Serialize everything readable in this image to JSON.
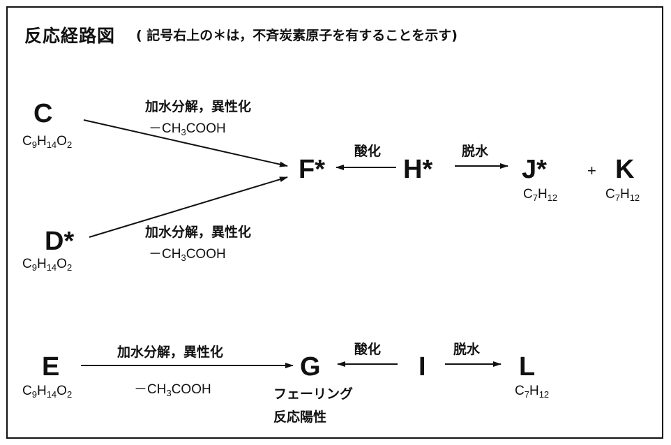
{
  "header": {
    "title": "反応経路図",
    "note": "( 記号右上の＊は，不斉炭素原子を有することを示す)"
  },
  "compounds": {
    "C": {
      "label": "C",
      "formula": [
        "C",
        "9",
        "H",
        "14",
        "O",
        "2"
      ]
    },
    "D": {
      "label": "D*",
      "formula": [
        "C",
        "9",
        "H",
        "14",
        "O",
        "2"
      ]
    },
    "E": {
      "label": "E",
      "formula": [
        "C",
        "9",
        "H",
        "14",
        "O",
        "2"
      ]
    },
    "F": {
      "label": "F*"
    },
    "G": {
      "label": "G",
      "note_line1": "フェーリング",
      "note_line2": "反応陽性"
    },
    "H": {
      "label": "H*"
    },
    "I": {
      "label": "I"
    },
    "J": {
      "label": "J*",
      "formula": [
        "C",
        "7",
        "H",
        "12"
      ]
    },
    "K": {
      "label": "K",
      "formula": [
        "C",
        "7",
        "H",
        "12"
      ]
    },
    "L": {
      "label": "L",
      "formula": [
        "C",
        "7",
        "H",
        "12"
      ]
    }
  },
  "plus_sign": "+",
  "reactions": {
    "C_to_F": {
      "condition": "加水分解，異性化",
      "elim_prefix": "－CH",
      "elim_sub": "3",
      "elim_suffix": "COOH"
    },
    "D_to_F": {
      "condition": "加水分解，異性化",
      "elim_prefix": "－CH",
      "elim_sub": "3",
      "elim_suffix": "COOH"
    },
    "E_to_G": {
      "condition": "加水分解，異性化",
      "elim_prefix": "－CH",
      "elim_sub": "3",
      "elim_suffix": "COOH"
    },
    "H_to_F": {
      "condition": "酸化"
    },
    "H_to_J": {
      "condition": "脱水"
    },
    "I_to_G": {
      "condition": "酸化"
    },
    "I_to_L": {
      "condition": "脱水"
    }
  }
}
